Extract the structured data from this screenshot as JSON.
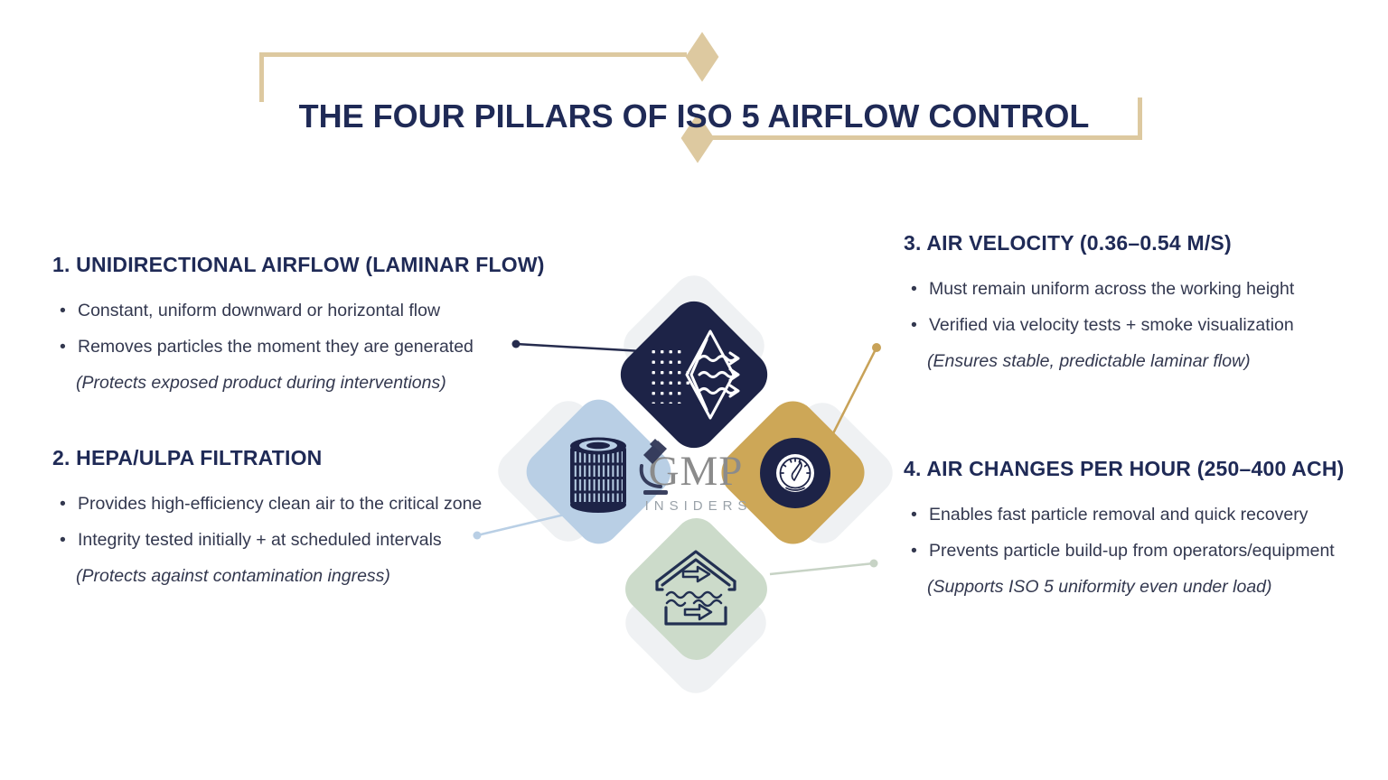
{
  "title": {
    "text": "THE FOUR PILLARS OF ISO 5 AIRFLOW CONTROL"
  },
  "sections": [
    {
      "heading": "1. UNIDIRECTIONAL AIRFLOW (LAMINAR FLOW)",
      "bullets": [
        "Constant, uniform downward or horizontal flow",
        "Removes particles the moment they are generated"
      ],
      "note": "(Protects exposed product during interventions)",
      "icon": "laminar-flow-icon",
      "pillar_color": "#1d2347"
    },
    {
      "heading": "2. HEPA/ULPA FILTRATION",
      "bullets": [
        "Provides high-efficiency clean air to the critical zone",
        "Integrity tested initially + at scheduled intervals"
      ],
      "note": "(Protects against contamination ingress)",
      "icon": "hepa-filter-cartridge-icon",
      "pillar_color": "#b9cfe5"
    },
    {
      "heading": "3. AIR VELOCITY (0.36–0.54 M/S)",
      "bullets": [
        "Must remain uniform across the working height",
        "Verified via velocity tests + smoke visualization"
      ],
      "note": "(Ensures stable, predictable laminar flow)",
      "icon": "velocity-gauge-icon",
      "pillar_color": "#cda757"
    },
    {
      "heading": "4. AIR CHANGES PER HOUR (250–400 ACH)",
      "bullets": [
        "Enables fast particle removal and quick recovery",
        "Prevents particle build-up from operators/equipment"
      ],
      "note": "(Supports ISO 5 uniformity even under load)",
      "icon": "air-change-ventilation-icon",
      "pillar_color": "#ccdbca"
    }
  ],
  "watermark": {
    "brand": "GMP",
    "subtitle": "INSIDERS",
    "icon": "microscope-icon"
  },
  "colors": {
    "navy": "#1d2347",
    "light_blue": "#b9cfe5",
    "gold": "#cda757",
    "sage_green": "#ccdbca",
    "backdrop_gray": "#eff1f3",
    "tan_accent": "#ddc9a0",
    "heading_text": "#1f2a56",
    "body_text": "#33384f",
    "watermark_gray": "#8b8b8b"
  }
}
